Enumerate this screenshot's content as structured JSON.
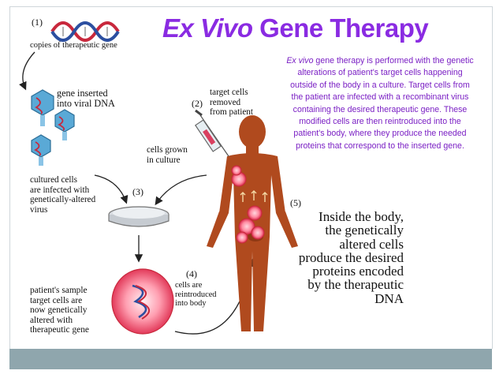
{
  "slide": {
    "title_italic": "Ex Vivo",
    "title_rest": " Gene Therapy",
    "description_italic": "Ex vivo",
    "description_rest": " gene therapy is performed with the genetic alterations of patient's target cells happening outside of the body in a culture. Target cells from the patient are infected with a recombinant virus containing the desired therapeutic gene. These modified cells are then reintroduced into the patient's body, where they produce the needed proteins that correspond to the inserted gene."
  },
  "diagram": {
    "step1": {
      "number": "(1)",
      "label": "copies of therapeutic gene"
    },
    "gene_inserted": [
      "gene inserted",
      "into viral DNA"
    ],
    "step2": {
      "number": "(2)",
      "label": [
        "target cells",
        "removed",
        "from patient"
      ]
    },
    "cells_grown": [
      "cells grown",
      "in culture"
    ],
    "cultured_cells": [
      "cultured cells",
      "are infected with",
      "genetically-altered",
      "virus"
    ],
    "step3": {
      "number": "(3)"
    },
    "step4": {
      "number": "(4)",
      "label": [
        "cells are",
        "reintroduced",
        "into body"
      ]
    },
    "patient_sample": [
      "patient's sample",
      "target cells are",
      "now genetically",
      "altered with",
      "therapeutic gene"
    ],
    "step5": {
      "number": "(5)",
      "label": [
        "Inside the body,",
        "the genetically",
        "altered cells",
        "produce the desired",
        "proteins encoded",
        "by the therapeutic",
        "DNA"
      ]
    }
  },
  "colors": {
    "title": "#8a2be2",
    "description": "#7a1fc4",
    "body_figure": "#b04a1e",
    "footer_bar": "#8fa6ad",
    "dna_red": "#c8283c",
    "dna_blue": "#2c4fa0",
    "virus_blue": "#5aa9d6",
    "cell_red": "#e0506a"
  }
}
